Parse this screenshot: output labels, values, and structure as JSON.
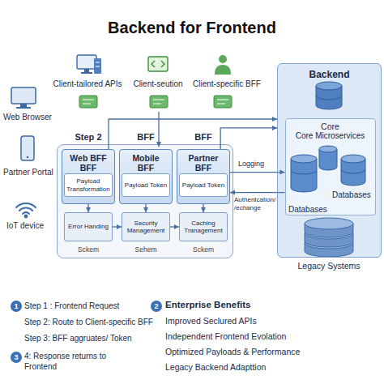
{
  "diagram": {
    "title": "Backend for Frontend",
    "nodes": [
      {
        "text": [
          "Web BFF BFF"
        ]
      },
      {
        "text": [
          "Payload Transformation"
        ],
        "in": 0
      },
      {
        "text": [
          "Mobile BFF"
        ]
      },
      {
        "text": [
          "Payload Token"
        ],
        "in": 2
      },
      {
        "text": [
          "Partner BFF"
        ]
      },
      {
        "text": [
          "Payload Token"
        ],
        "in": 4
      },
      {
        "text": [
          "Error Handing"
        ]
      },
      {
        "text": [
          "Security Management"
        ]
      },
      {
        "text": [
          "Caching Tranagement"
        ]
      },
      {
        "text": [
          "Backend"
        ]
      },
      {
        "text": [
          "Core",
          "Core Microservices"
        ],
        "in": 9
      }
    ],
    "edges": [
      {
        "from": 0,
        "to": 9,
        "arrow": "to"
      },
      {
        "from": 4,
        "to": 9,
        "arrow": "to"
      },
      {
        "from": 1,
        "to": 6,
        "arrow": "to"
      },
      {
        "from": 3,
        "to": 7,
        "arrow": "to"
      },
      {
        "from": 5,
        "to": 8,
        "arrow": "to"
      },
      {
        "from": 6,
        "to": 7,
        "arrow": "to"
      },
      {
        "from": 7,
        "to": 8,
        "arrow": "to"
      },
      {
        "from": 4,
        "to": 10,
        "label": "Logging",
        "arrow": "to"
      },
      {
        "from": 10,
        "to": 4,
        "label": "Authentcation/ /echange",
        "arrow": "to"
      }
    ],
    "labels": [
      "Client-tailored APIs",
      "Client-seution",
      "Client-specific BFF",
      "Web Browser",
      "Partner Portal",
      "IoT device",
      "Step 2",
      "BFF",
      "BFF",
      "Sckem",
      "Sehem",
      "Sckem",
      "Databases",
      "Databases",
      "Legacy Systems",
      "1",
      "Step 1 : Frontend Request",
      "Step 2: Route to Client-specific BFF",
      "Step 3: BFF aggruates/ Token",
      "3",
      "4: Response returns to Frontend",
      "2",
      "Enterprise Benefits",
      "Improved Seclured APIs",
      "Independent Frontend Evolation",
      "Optimized Payloads & Performance",
      "Legacy Backend Adapttion"
    ]
  }
}
